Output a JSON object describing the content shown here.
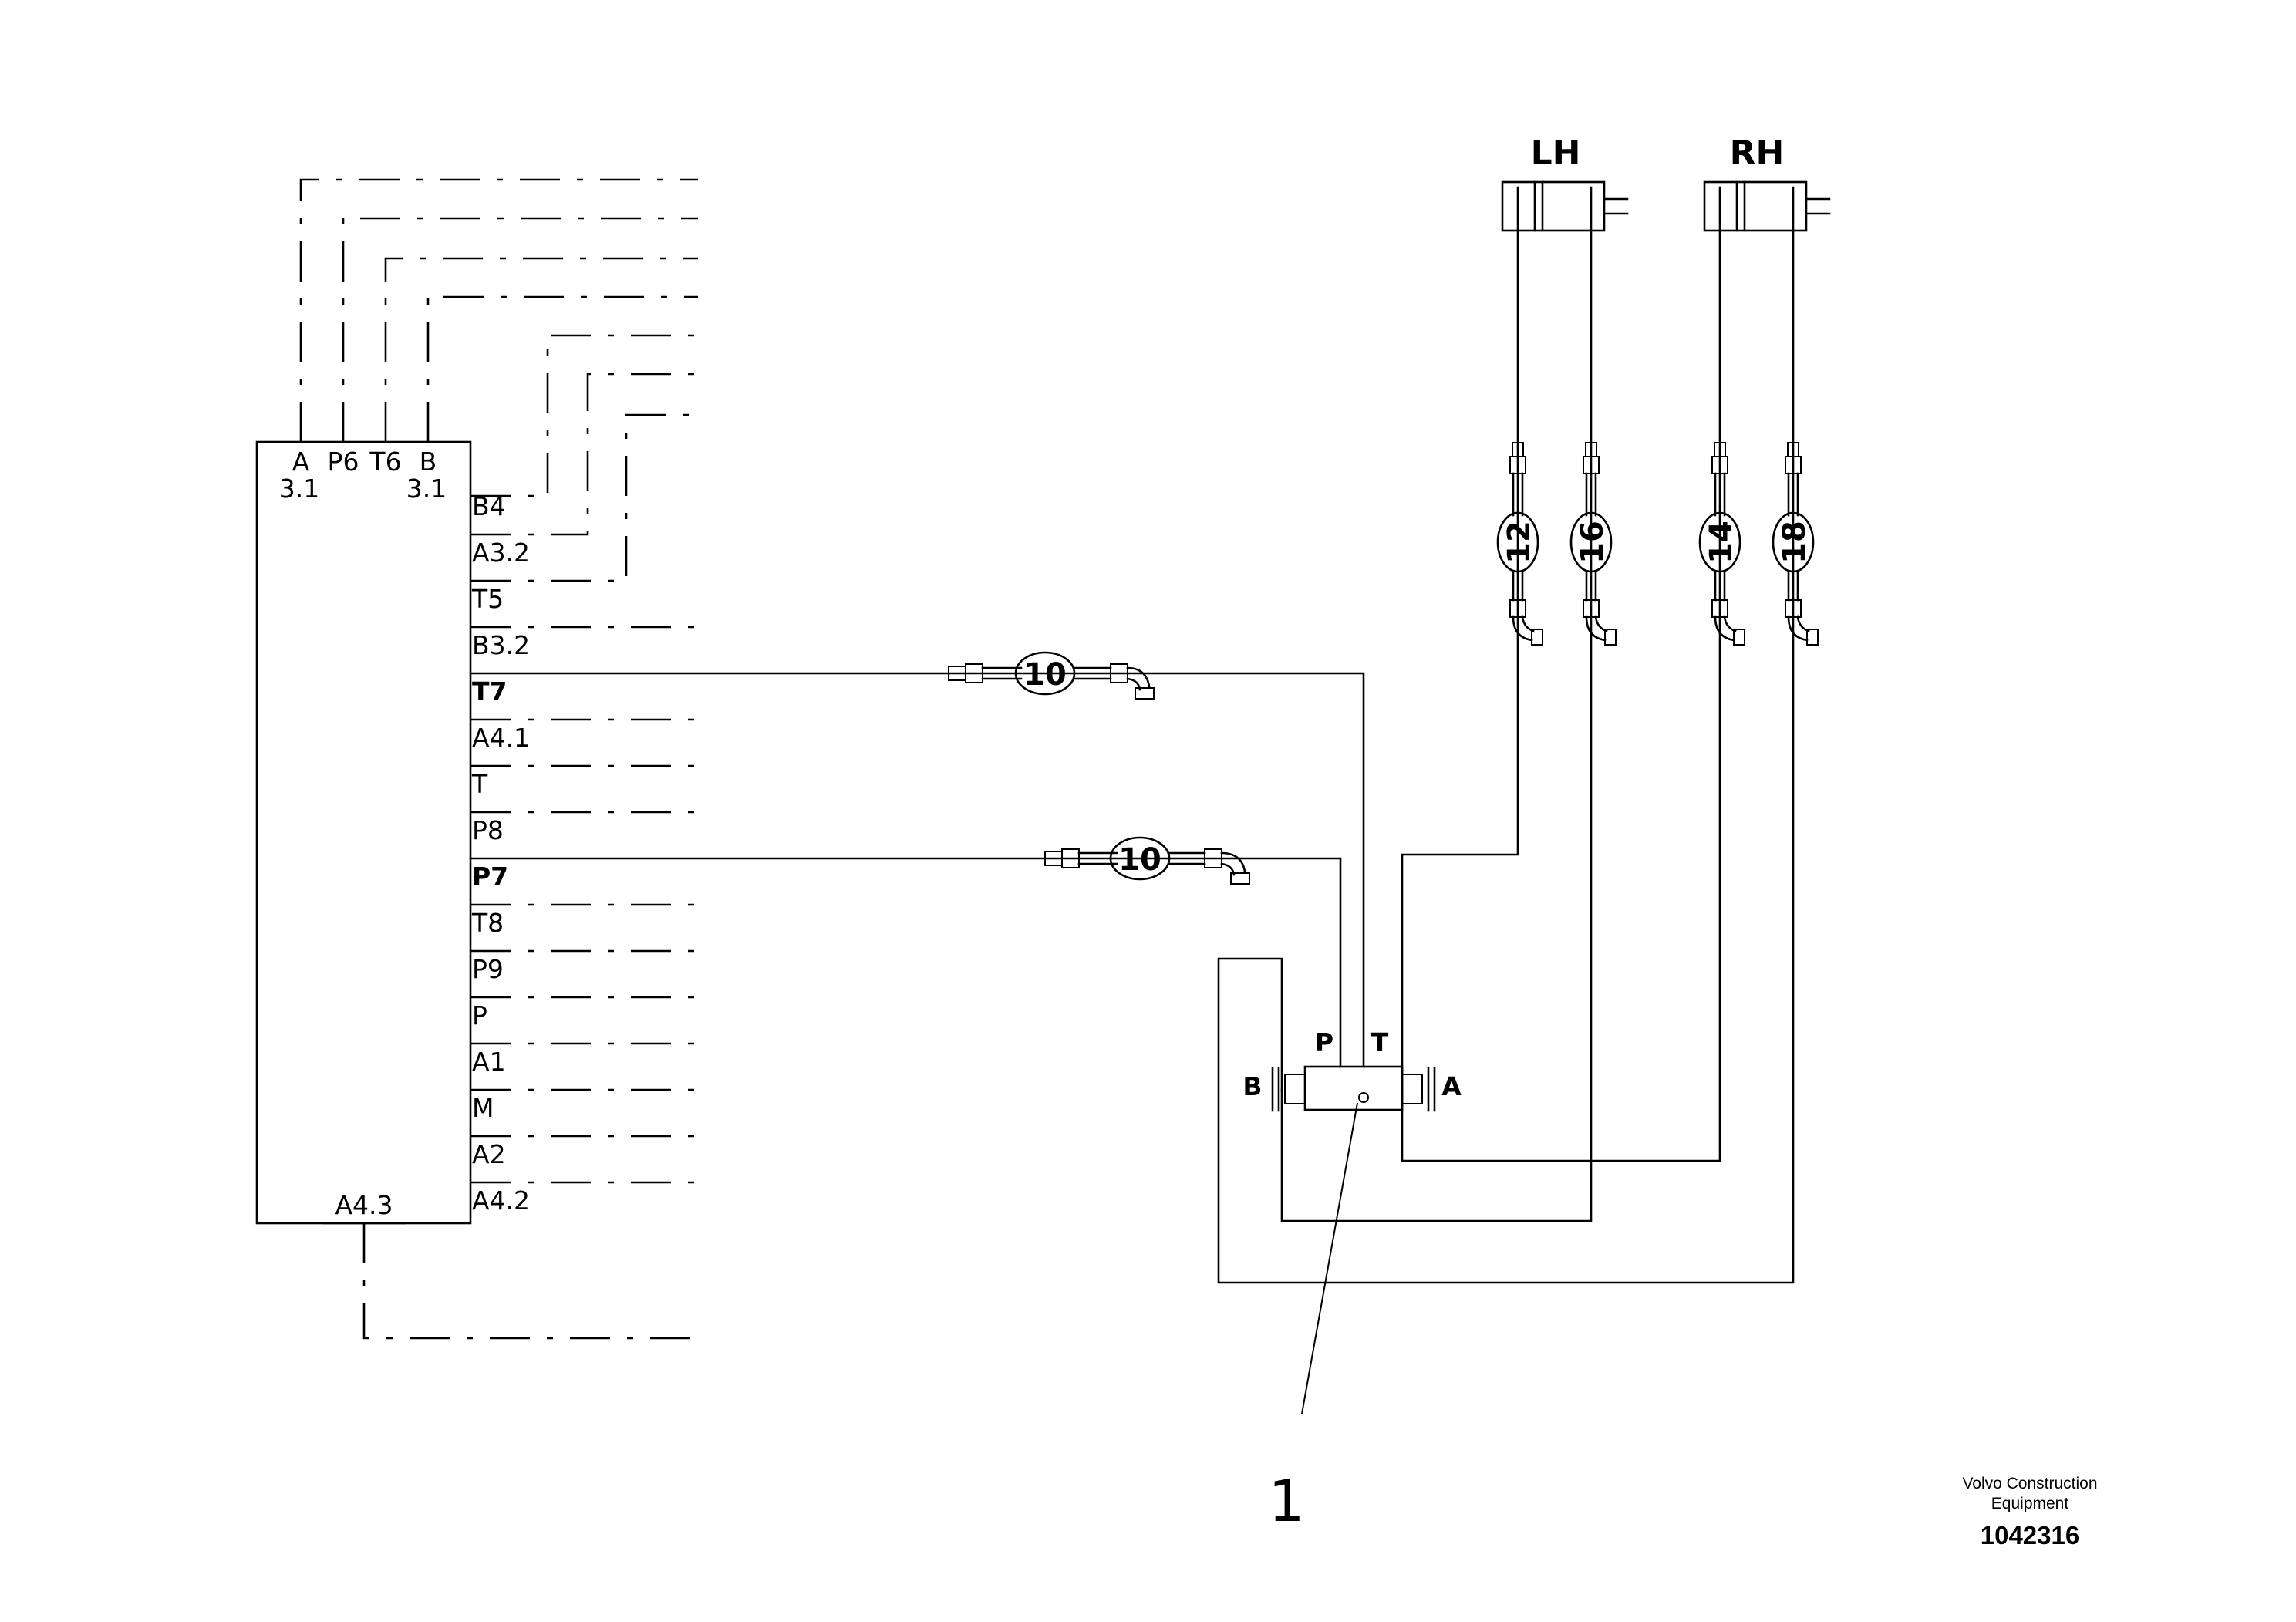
{
  "block_top_labels": [
    "A",
    "P6",
    "T6",
    "B"
  ],
  "block_top_sublabels": [
    "3.1",
    "3.1"
  ],
  "block_side_ports": [
    "B4",
    "A3.2",
    "T5",
    "B3.2",
    "T7",
    "A4.1",
    "T",
    "P8",
    "P7",
    "T8",
    "P9",
    "P",
    "A1",
    "M",
    "A2",
    "A4.2"
  ],
  "block_bottom_label": "A4.3",
  "valve_ports": {
    "p": "P",
    "t": "T",
    "b": "B",
    "a": "A"
  },
  "cylinders": {
    "left": "LH",
    "right": "RH"
  },
  "hoses": {
    "upper": "10",
    "lower": "10",
    "v1": "12",
    "v2": "16",
    "v3": "14",
    "v4": "18"
  },
  "callout": "1",
  "footer": {
    "line1": "Volvo Construction",
    "line2": "Equipment",
    "doc_number": "1042316"
  },
  "colors": {
    "ink": "#000000",
    "paper": "#ffffff"
  }
}
